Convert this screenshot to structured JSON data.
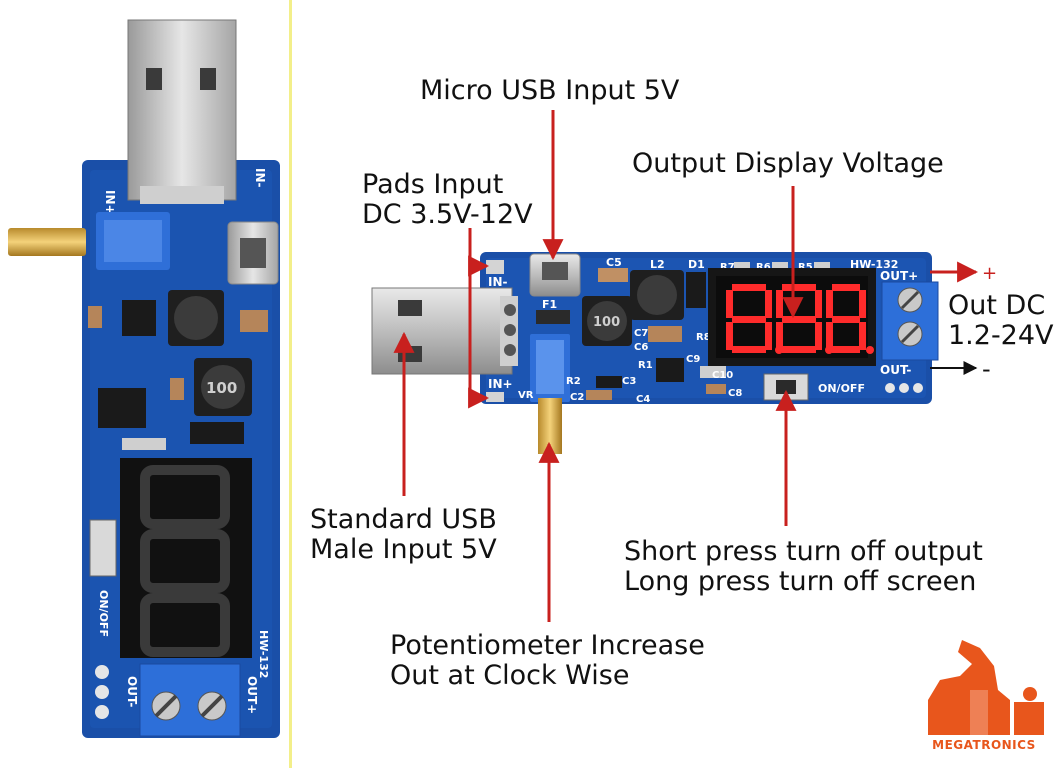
{
  "labels": {
    "micro_usb": "Micro USB Input 5V",
    "output_display": "Output Display Voltage",
    "pads_input": [
      "Pads Input",
      "DC 3.5V-12V"
    ],
    "standard_usb": [
      "Standard USB",
      "Male Input 5V"
    ],
    "out_dc": [
      "Out DC",
      "1.2-24V"
    ],
    "button": [
      "Short press turn off output",
      "Long press turn off screen"
    ],
    "potentiometer": [
      "Potentiometer Increase",
      "Out at Clock Wise"
    ],
    "plus": "+",
    "minus": "-"
  },
  "board": {
    "model": "HW-132",
    "in_minus": "IN-",
    "in_plus": "IN+",
    "out_plus": "OUT+",
    "out_minus": "OUT-",
    "on_off": "ON/OFF",
    "display": "8.8.8.",
    "inductor": "100",
    "parts": [
      "C5",
      "L2",
      "D1",
      "R7",
      "R6",
      "R5",
      "F1",
      "C7",
      "C6",
      "R1",
      "C9",
      "R2",
      "C3",
      "C2",
      "C4",
      "C10",
      "C8",
      "VR",
      "R8"
    ]
  },
  "brand": {
    "name": "MEGATRONICS"
  },
  "colors": {
    "pcb": "#1a4fa8",
    "pcb_dark": "#0e3a84",
    "arrow": "#c8201e",
    "segment": "#ff2b2b",
    "trimmer": "#2f6fd8",
    "terminal": "#2d6fd9"
  }
}
